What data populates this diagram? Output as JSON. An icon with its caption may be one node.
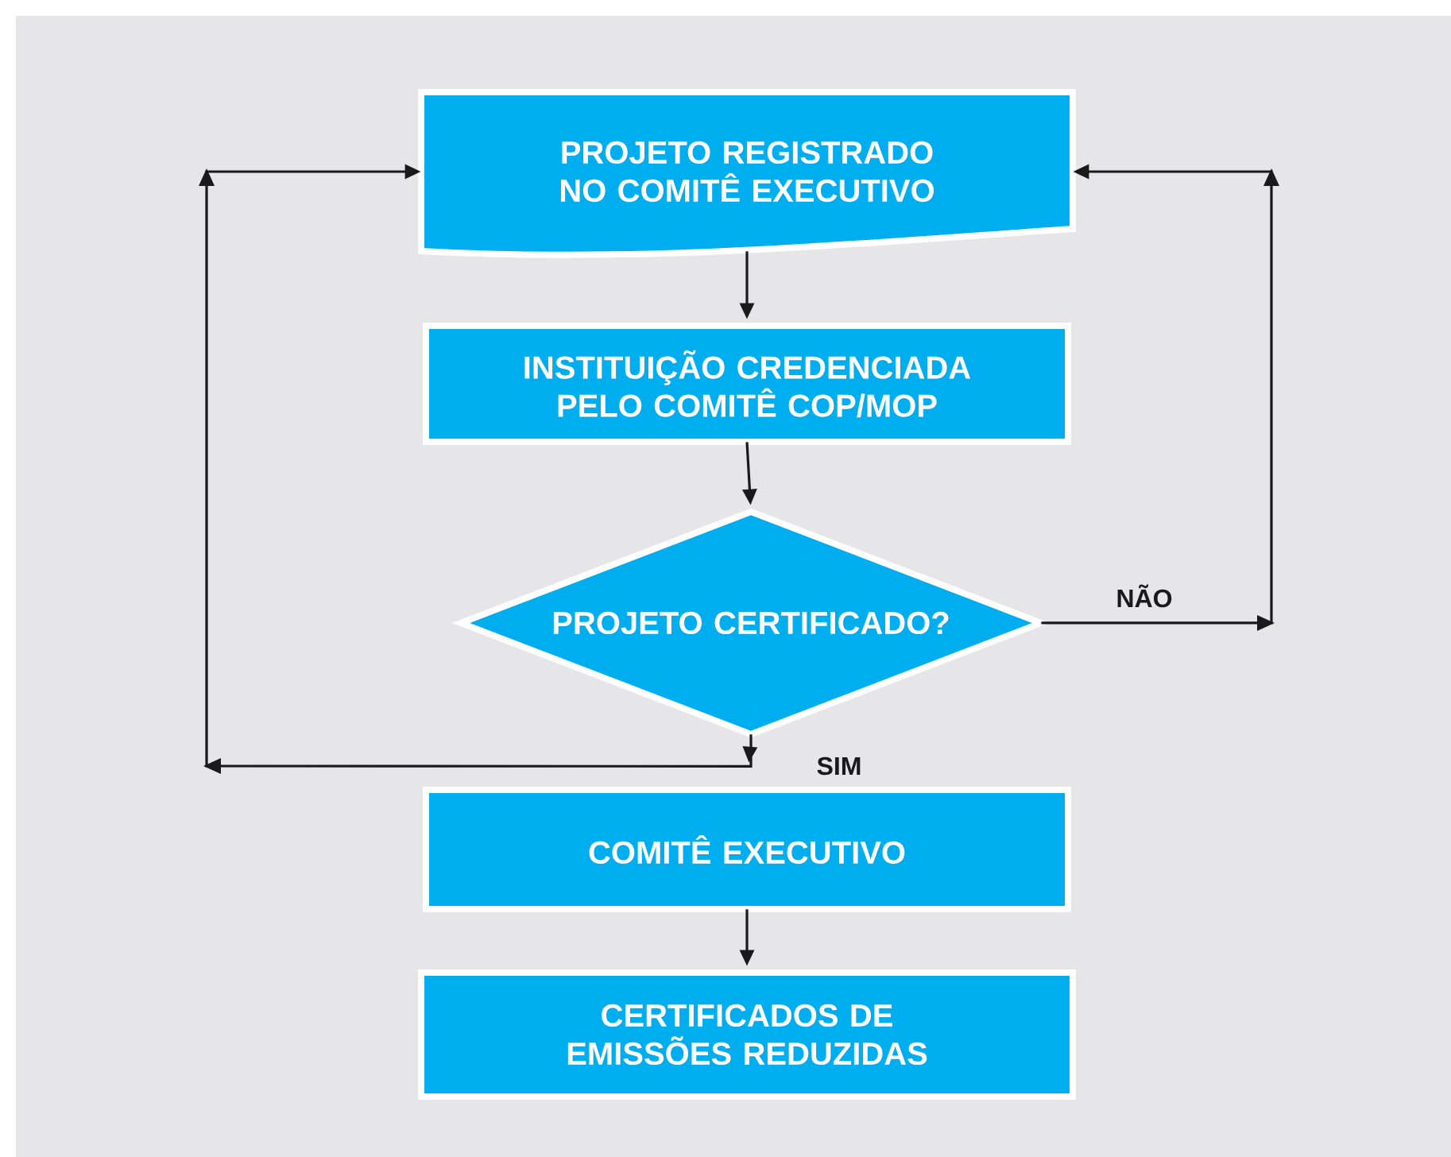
{
  "diagram": {
    "nodes": [
      {
        "text": [
          "PROJETO REGISTRADO NO COMITÊ EXECUTIVO"
        ]
      },
      {
        "text": [
          "INSTITUIÇÃO CREDENCIADA PELO COMITÊ COP/MOP"
        ]
      },
      {
        "text": [
          "PROJETO CERTIFICADO?"
        ]
      },
      {
        "text": [
          "COMITÊ EXECUTIVO"
        ]
      },
      {
        "text": [
          "CERTIFICADOS DE EMISSÕES REDUZIDAS"
        ]
      }
    ],
    "edges": [
      {
        "from": 0,
        "to": 1,
        "arrow": "to"
      },
      {
        "from": 1,
        "to": 2,
        "arrow": "to"
      },
      {
        "from": 2,
        "to": 3,
        "arrow": "to",
        "label": "SIM"
      },
      {
        "from": 2,
        "to": 0,
        "arrow": "to"
      },
      {
        "from": 2,
        "to": 0,
        "arrow": "to",
        "label": "NÃO"
      },
      {
        "from": 3,
        "to": 4,
        "arrow": "to"
      }
    ]
  }
}
